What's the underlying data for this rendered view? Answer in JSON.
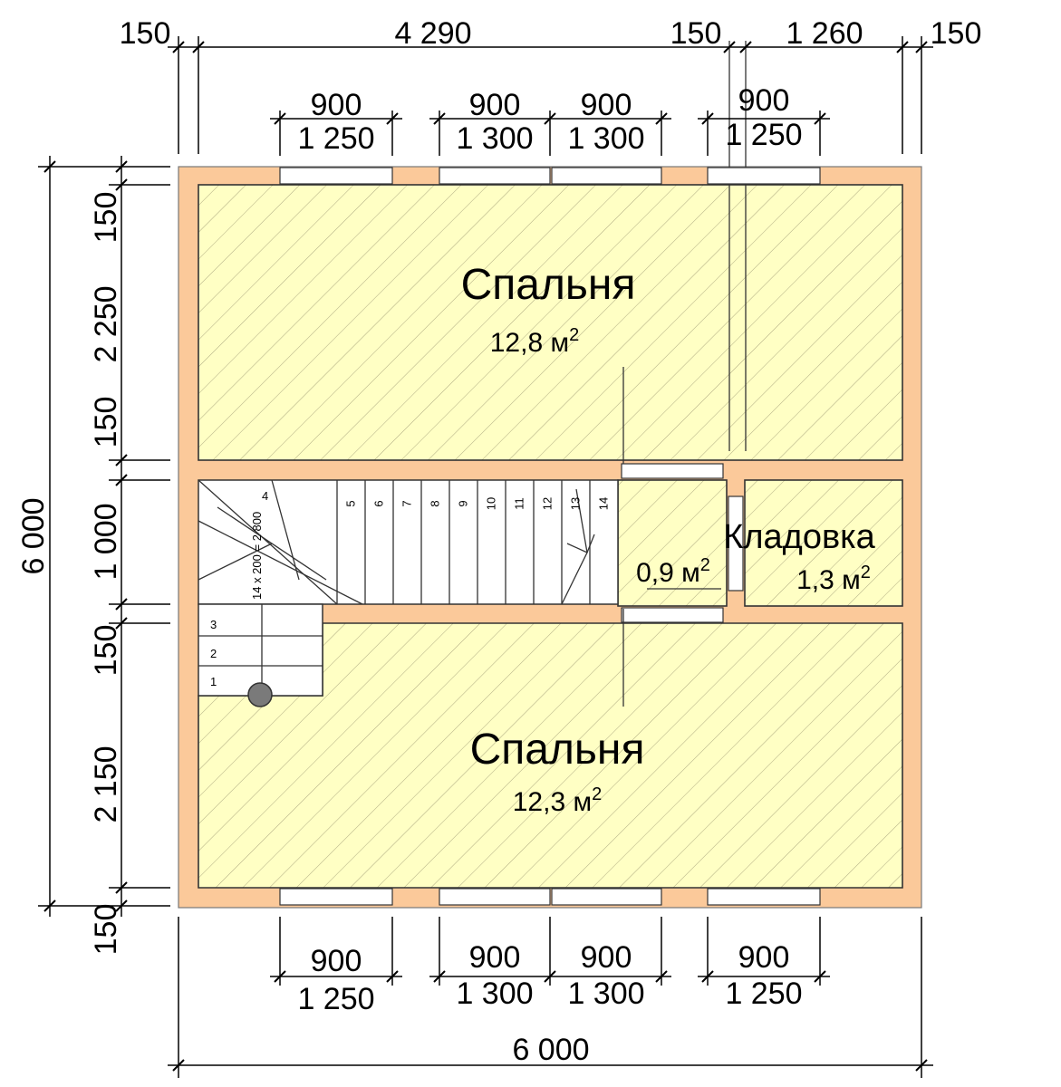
{
  "top_dims": {
    "d1": "150",
    "d2": "4 290",
    "d3": "150",
    "d4": "1 260",
    "d5": "150"
  },
  "top_windows": [
    {
      "width": "900",
      "height": "1 250"
    },
    {
      "width": "900",
      "height": "1 300"
    },
    {
      "width": "900",
      "height": "1 300"
    },
    {
      "width": "900",
      "height": "1 250"
    }
  ],
  "bottom_windows": [
    {
      "width": "900",
      "height": "1 250"
    },
    {
      "width": "900",
      "height": "1 300"
    },
    {
      "width": "900",
      "height": "1 300"
    },
    {
      "width": "900",
      "height": "1 250"
    }
  ],
  "left_dims": {
    "d1": "150",
    "d2": "2 250",
    "d3": "150",
    "d4": "1 000",
    "d5": "150",
    "d6": "2 150",
    "d7": "150"
  },
  "overall": {
    "height": "6 000",
    "width": "6 000"
  },
  "rooms": {
    "bedroom_top": {
      "name": "Спальня",
      "area": "12,8 м",
      "sup": "2"
    },
    "bedroom_bottom": {
      "name": "Спальня",
      "area": "12,3 м",
      "sup": "2"
    },
    "hall": {
      "area": "0,9 м",
      "sup": "2"
    },
    "storage": {
      "name": "Кладовка",
      "area": "1,3 м",
      "sup": "2"
    }
  },
  "stairs": {
    "label": "14 x 200 = 2 800",
    "lower_steps": [
      "1",
      "2",
      "3"
    ],
    "winder_step": "4",
    "upper_steps": [
      "5",
      "6",
      "7",
      "8",
      "9",
      "10",
      "11",
      "12",
      "13",
      "14"
    ]
  }
}
